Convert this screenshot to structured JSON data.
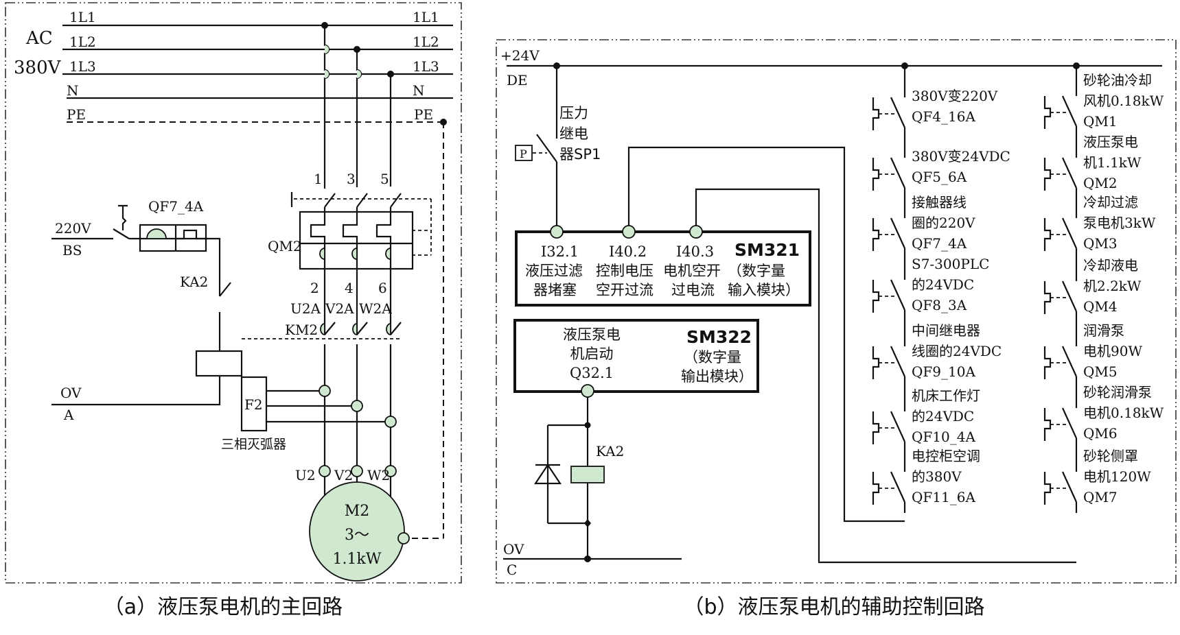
{
  "colors": {
    "accent_fill": "#cfe8cf",
    "line": "#111111"
  },
  "panel_a": {
    "caption": "（a）液压泵电机的主回路",
    "supply": {
      "ac": "AC",
      "voltage": "380V"
    },
    "bus_labels_left": [
      "1L1",
      "1L2",
      "1L3",
      "N",
      "PE"
    ],
    "bus_labels_right": [
      "1L1",
      "1L2",
      "1L3",
      "N",
      "PE"
    ],
    "qm2": {
      "label": "QM2",
      "terminals_in": [
        "1",
        "3",
        "5"
      ],
      "terminals_out": [
        "2",
        "4",
        "6"
      ]
    },
    "wires_out": [
      "U2A",
      "V2A",
      "W2A"
    ],
    "km2": "KM2",
    "control": {
      "v220": "220V",
      "bs": "BS",
      "breaker": "QF7_4A",
      "ka2": "KA2",
      "ov": "OV",
      "a": "A"
    },
    "f2": {
      "label": "F2",
      "desc": "三相灭弧器"
    },
    "motor_terminals": [
      "U2",
      "V2",
      "W2"
    ],
    "motor": {
      "name": "M2",
      "phase": "3～",
      "power": "1.1kW"
    }
  },
  "panel_b": {
    "caption": "（b）液压泵电机的辅助控制回路",
    "plus24": "+24V",
    "de": "DE",
    "ov": "OV",
    "c": "C",
    "pressure_relay": {
      "line1": "压力",
      "line2": "继电",
      "line3": "器SP1",
      "sensor": "P"
    },
    "sm321": {
      "title": "SM321",
      "inputs": [
        {
          "addr": "I32.1",
          "l1": "液压过滤",
          "l2": "器堵塞"
        },
        {
          "addr": "I40.2",
          "l1": "控制电压",
          "l2": "空开过流"
        },
        {
          "addr": "I40.3",
          "l1": "电机空开",
          "l2": "过电流"
        }
      ],
      "desc1": "（数字量",
      "desc2": "输入模块）"
    },
    "sm322": {
      "title": "SM322",
      "out_l1": "液压泵电",
      "out_l2": "机启动",
      "out_addr": "Q32.1",
      "desc1": "（数字量",
      "desc2": "输出模块）"
    },
    "ka2": "KA2",
    "qf_column": [
      {
        "l1": "380V变220V",
        "l2": "QF4_16A"
      },
      {
        "l1": "380V变24VDC",
        "l2": "QF5_6A"
      },
      {
        "l1": "接触器线",
        "l2": "圈的220V",
        "l3": "QF7_4A"
      },
      {
        "l1": "S7-300PLC",
        "l2": "的24VDC",
        "l3": "QF8_3A"
      },
      {
        "l1": "中间继电器",
        "l2": "线圈的24VDC",
        "l3": "QF9_10A"
      },
      {
        "l1": "机床工作灯",
        "l2": "的24VDC",
        "l3": "QF10_4A"
      },
      {
        "l1": "电控柜空调",
        "l2": "的380V",
        "l3": "QF11_6A"
      }
    ],
    "qm_column": [
      {
        "l1": "砂轮油冷却",
        "l2": "风机0.18kW",
        "l3": "QM1"
      },
      {
        "l1": "液压泵电",
        "l2": "机1.1kW",
        "l3": "QM2"
      },
      {
        "l1": "冷却过滤",
        "l2": "泵电机3kW",
        "l3": "QM3"
      },
      {
        "l1": "冷却液电",
        "l2": "机2.2kW",
        "l3": "QM4"
      },
      {
        "l1": "润滑泵",
        "l2": "电机90W",
        "l3": "QM5"
      },
      {
        "l1": "砂轮润滑泵",
        "l2": "电机0.18kW",
        "l3": "QM6"
      },
      {
        "l1": "砂轮侧罩",
        "l2": "电机120W",
        "l3": "QM7"
      }
    ]
  }
}
